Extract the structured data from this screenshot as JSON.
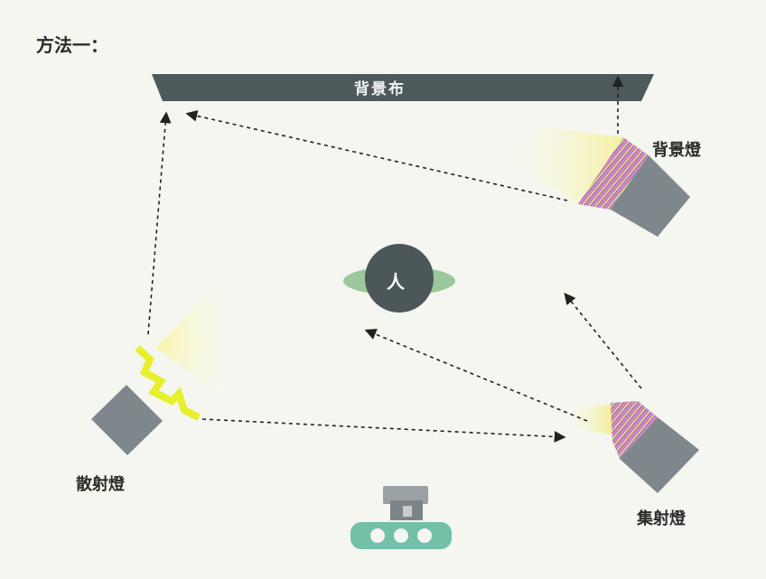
{
  "title": "方法一：",
  "labels": {
    "background_cloth": "背景布",
    "background_light": "背景燈",
    "scatter_light": "散射燈",
    "focus_light": "集射燈",
    "person": "人"
  },
  "icons": [
    "backdrop-cloth",
    "background-light",
    "scatter-light",
    "focus-light",
    "person-subject",
    "camera"
  ],
  "colors": {
    "background": "#f4f6ef",
    "backdrop": "#4e5a5a",
    "lamp_body": "#7d878c",
    "person": "#4b5758",
    "person_ring": "#9cc79a",
    "beam": "#fbf7b5",
    "lightning": "#e8ef2c",
    "camera": "#73bfa8",
    "arrow": "#222222"
  }
}
